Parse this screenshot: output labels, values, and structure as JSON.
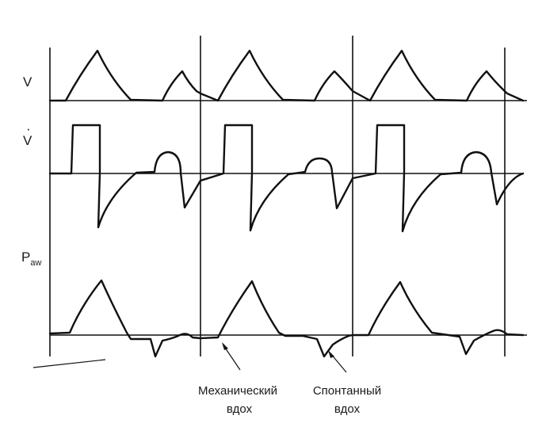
{
  "labels": {
    "volume": "V",
    "flow": "V",
    "flow_dot": "·",
    "pressure_main": "P",
    "pressure_sub": "aw"
  },
  "annotations": {
    "mechanical_line1": "Механический",
    "mechanical_line2": "вдох",
    "spontaneous_line1": "Спонтанный",
    "spontaneous_line2": "вдох"
  }
}
